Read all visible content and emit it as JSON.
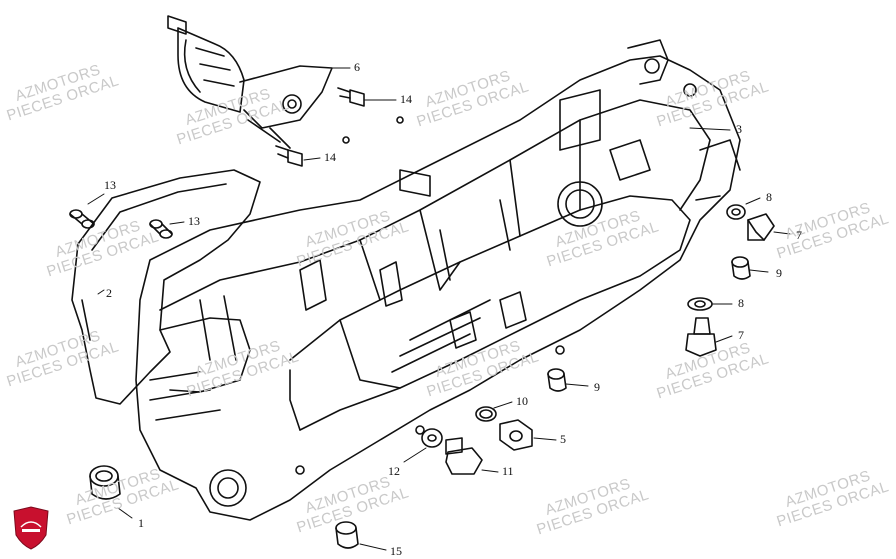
{
  "watermark": {
    "line1": "AZMOTORS",
    "line2": "PIECES ORCAL"
  },
  "parts": [
    {
      "id": "p1",
      "number": "1"
    },
    {
      "id": "p2",
      "number": "2"
    },
    {
      "id": "p3",
      "number": "3"
    },
    {
      "id": "p5",
      "number": "5"
    },
    {
      "id": "p6",
      "number": "6"
    },
    {
      "id": "p7a",
      "number": "7"
    },
    {
      "id": "p7b",
      "number": "7"
    },
    {
      "id": "p8a",
      "number": "8"
    },
    {
      "id": "p8b",
      "number": "8"
    },
    {
      "id": "p9a",
      "number": "9"
    },
    {
      "id": "p9b",
      "number": "9"
    },
    {
      "id": "p10",
      "number": "10"
    },
    {
      "id": "p11",
      "number": "11"
    },
    {
      "id": "p12",
      "number": "12"
    },
    {
      "id": "p13a",
      "number": "13"
    },
    {
      "id": "p13b",
      "number": "13"
    },
    {
      "id": "p14a",
      "number": "14"
    },
    {
      "id": "p14b",
      "number": "14"
    },
    {
      "id": "p15",
      "number": "15"
    }
  ],
  "colors": {
    "line": "#111111",
    "watermark": "#c9c9c9",
    "logo_red": "#c8102e"
  }
}
